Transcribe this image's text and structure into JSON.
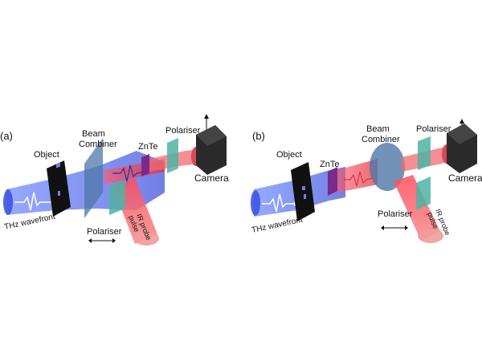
{
  "panel_a": {
    "panel_label": "(a)",
    "object_label": "Object",
    "beam_combiner_label_line1": "Beam",
    "beam_combiner_label_line2": "Combiner",
    "znte_label": "ZnTe",
    "polariser_top_label": "Polariser",
    "camera_label": "Camera",
    "thz_label": "THz wavefront",
    "polariser_bottom_label": "Polariser",
    "ir_label_line1": "IR probe",
    "ir_label_line2": "pulse"
  },
  "panel_b": {
    "panel_label": "(b)",
    "object_label": "Object",
    "znte_label": "ZnTe",
    "beam_combiner_label_line1": "Beam",
    "beam_combiner_label_line2": "Combiner",
    "polariser_top_label": "Polariser",
    "camera_label": "Camera",
    "thz_label": "THz wavefront",
    "polariser_bottom_label": "Polariser",
    "ir_label_line1": "IR probe",
    "ir_label_line2": "pulse"
  },
  "colors": {
    "thz_beam": "#4a63e8",
    "ir_beam": "#f07070",
    "polariser": "#4fb3a5",
    "camera": "#2a2a2a"
  }
}
